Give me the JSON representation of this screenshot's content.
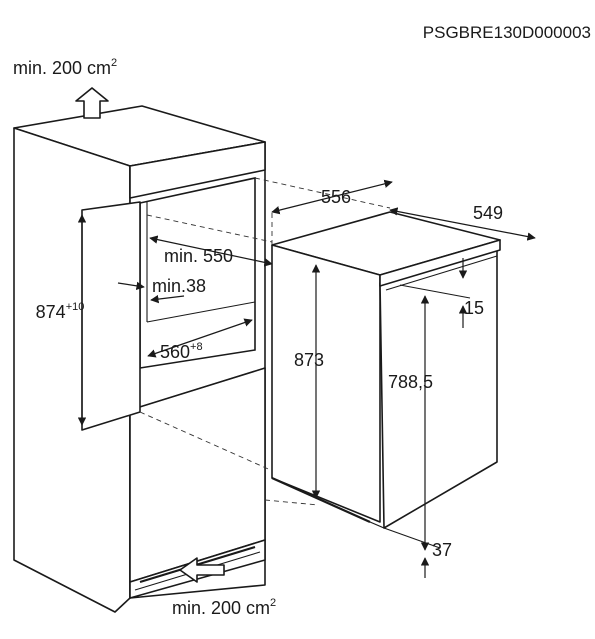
{
  "document_code": "PSGBRE130D000003",
  "ventilation": {
    "top_label": "min. 200 cm",
    "top_sup": "2",
    "bottom_label": "min. 200 cm",
    "bottom_sup": "2"
  },
  "niche": {
    "height_label": "874",
    "height_tolerance": "+10",
    "depth_label": "min. 550",
    "side_label": "min.38",
    "width_label": "560",
    "width_tolerance": "+8"
  },
  "appliance": {
    "width_label": "556",
    "depth_label": "549",
    "height_label": "873",
    "door_height_label": "788,5",
    "top_offset_label": "15",
    "bottom_offset_label": "37"
  },
  "icons": [
    "air-outflow-arrow-icon",
    "air-inflow-arrow-icon"
  ],
  "colors": {
    "line": "#1a1a1a",
    "background": "#ffffff"
  }
}
